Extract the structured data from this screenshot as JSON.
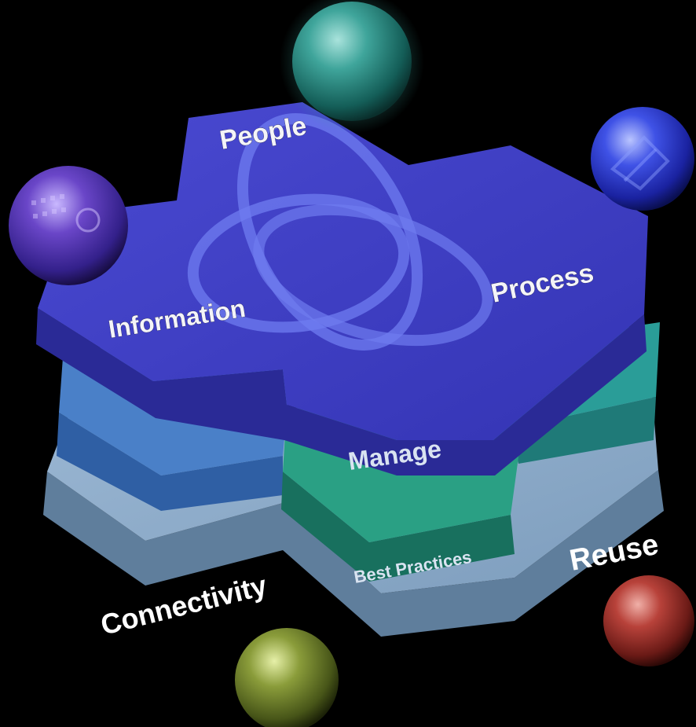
{
  "top_layer": {
    "people": "People",
    "information": "Information",
    "process": "Process"
  },
  "middle_layer": {
    "manage": "Manage"
  },
  "bottom_layer": {
    "best_practices": "Best Practices"
  },
  "outer_labels": {
    "connectivity": "Connectivity",
    "reuse": "Reuse"
  },
  "colors": {
    "background": "#000000",
    "top_layer": "#3c3dbf",
    "teal_layer": "#2a9a92",
    "blue_layer": "#4a7fc6",
    "base_layer": "#7fa2c2",
    "sphere_teal": "#2b8f87",
    "sphere_blue": "#3040d0",
    "sphere_purple": "#5a3ab0",
    "sphere_red": "#a0302a",
    "sphere_olive": "#7a8a2a"
  }
}
